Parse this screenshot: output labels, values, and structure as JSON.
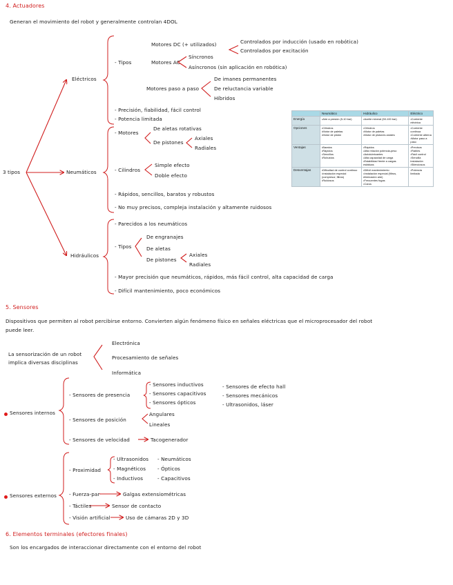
{
  "colors": {
    "accent": "#d01c1c",
    "ink": "#1a1a1a",
    "table_header": "#a9d9e6",
    "table_rowhead": "#cfe0e6"
  },
  "s4": {
    "title": "4. Actuadores",
    "intro": "Generan el movimiento del robot y generalmente controlan 4DOL",
    "root": "3 tipos",
    "electricos": {
      "label": "Eléctricos",
      "tipos": "- Tipos",
      "dc": "Motores DC (+ utilizados)",
      "dc_a": "Controlados por inducción (usado en robótica)",
      "dc_b": "Controlados por excitación",
      "ac": "Motores AC",
      "ac_a": "Síncronos",
      "ac_b": "Asíncronos (sin aplicación en robótica)",
      "pp": "Motores paso a paso",
      "pp_a": "De imanes permanentes",
      "pp_b": "De reluctancia variable",
      "pp_c": "Híbridos",
      "p1": "- Precisión, fiabilidad, fácil control",
      "p2": "- Potencia limitada"
    },
    "neumaticos": {
      "label": "Neumáticos",
      "motores": "- Motores",
      "m_a": "De aletas rotativas",
      "m_b": "De pistones",
      "m_b1": "Axiales",
      "m_b2": "Radiales",
      "cil": "- Cilindros",
      "c_a": "Simple efecto",
      "c_b": "Doble efecto",
      "p1": "- Rápidos, sencillos, baratos y robustos",
      "p2": "- No muy precisos, compleja instalación y altamente ruidosos"
    },
    "hidraulicos": {
      "label": "Hidráulicos",
      "sim": "- Parecidos a los neumáticos",
      "tipos": "- Tipos",
      "t_a": "De engranajes",
      "t_b": "De aletas",
      "t_c": "De pistones",
      "t_c1": "Axiales",
      "t_c2": "Radiales",
      "p1": "- Mayor precisión que neumáticos, rápidos, más fácil control, alta capacidad de carga",
      "p2": "- Difícil mantenimiento, poco económicos"
    }
  },
  "table": {
    "headers": [
      "",
      "Neumático",
      "Hidráulico",
      "Eléctrico"
    ],
    "rows": [
      {
        "label": "Energía",
        "cells": [
          [
            "•Aire a presión (5-10 bar)"
          ],
          [
            "•Aceite mineral (50-100 bar)"
          ],
          [
            "•Corriente eléctrica"
          ]
        ]
      },
      {
        "label": "Opciones",
        "cells": [
          [
            "•Cilindros",
            "•Motor de paletas",
            "•Motor de pistón"
          ],
          [
            "•Cilindros",
            "•Motor de paletas",
            "•Motor de pistones axiales"
          ],
          [
            "•Corriente continua",
            "•Corriente alterna",
            "•Motor paso a paso"
          ]
        ]
      },
      {
        "label": "Ventajas",
        "cells": [
          [
            "•Baratos",
            "•Rápidos",
            "•Sencillos",
            "•Robustos"
          ],
          [
            "•Rápidos",
            "•Alta relación potencia-peso",
            "•Autolubricantes",
            "•Alta capacidad de carga",
            "•Estabilidad frente a cargas estáticas"
          ],
          [
            "•Precisos",
            "•Fiables",
            "•Fácil control",
            "•Sencilla instalación",
            "•Silenciosos"
          ]
        ]
      },
      {
        "label": "Desventajas",
        "cells": [
          [
            "•Dificultad de control continuo",
            "•Instalación especial (compresor, filtros)",
            "•Ruidosos"
          ],
          [
            "•Difícil mantenimiento",
            "•Instalación especial (filtros, eliminación aire)",
            "•Frecuentes fugas",
            "•Caros"
          ],
          [
            "•Potencia limitada"
          ]
        ]
      }
    ]
  },
  "s5": {
    "title": "5. Sensores",
    "intro_1": "Dispositivos que permiten al robot percibirse entorno. Convierten algún fenómeno físico en señales eléctricas que el microprocesador del robot",
    "intro_2": "puede leer.",
    "sens_1": "La sensorización de un robot",
    "sens_2": "implica diversas disciplinas",
    "d1": "Electrónica",
    "d2": "Procesamiento de señales",
    "d3": "Informática",
    "internos": {
      "label": "Sensores internos",
      "presencia": "- Sensores de presencia",
      "pr_a": "- Sensores inductivos",
      "pr_b": "- Sensores capacitivos",
      "pr_c": "- Sensores ópticos",
      "pr_d": "- Sensores de efecto hall",
      "pr_e": "- Sensores mecánicos",
      "pr_f": "- Ultrasonidos, láser",
      "posicion": "- Sensores de posición",
      "po_a": "Angulares",
      "po_b": "Lineales",
      "velocidad": "- Sensores de velocidad",
      "ve_a": "Tacogenerador"
    },
    "externos": {
      "label": "Sensores externos",
      "prox": "- Proximidad",
      "px_a": "- Ultrasonidos",
      "px_b": "- Magnéticos",
      "px_c": "- Inductivos",
      "px_d": "- Neumáticos",
      "px_e": "- Ópticos",
      "px_f": "- Capacitivos",
      "fuerza": "- Fuerza-par",
      "fu_a": "Galgas extensiométricas",
      "tact": "- Táctiles",
      "ta_a": "Sensor de contacto",
      "vision": "- Visión artificial",
      "vi_a": "Uso de cámaras 2D y 3D"
    }
  },
  "s6": {
    "title": "6. Elementos terminales (efectores finales)",
    "desc": "Son los encargados de interaccionar directamente con el entorno del robot"
  }
}
